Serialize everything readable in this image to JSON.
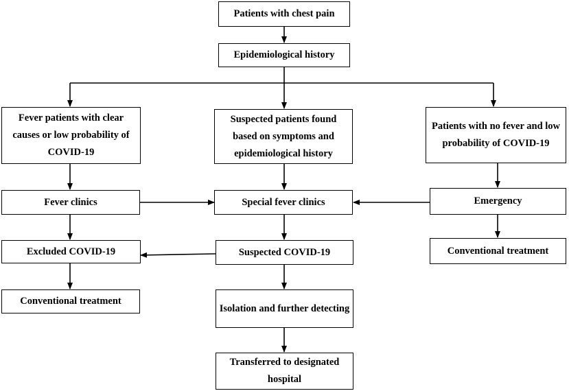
{
  "flowchart": {
    "nodes": {
      "chest_pain": "Patients with chest pain",
      "epi_history": "Epidemiological history",
      "fever_clear": "Fever patients with clear causes or low probability of COVID-19",
      "suspected_found": "Suspected patients found based on symptoms and epidemiological history",
      "no_fever": "Patients with no fever and low probability of COVID-19",
      "fever_clinics": "Fever clinics",
      "special_fever_clinics": "Special fever clinics",
      "emergency": "Emergency",
      "excluded_covid": "Excluded COVID-19",
      "suspected_covid": "Suspected COVID-19",
      "conventional_left": "Conventional treatment",
      "conventional_right": "Conventional treatment",
      "isolation": "Isolation and further detecting",
      "transferred": "Transferred to designated hospital"
    },
    "colors": {
      "line": "#000000",
      "box_border": "#000000",
      "background": "#ffffff"
    }
  }
}
